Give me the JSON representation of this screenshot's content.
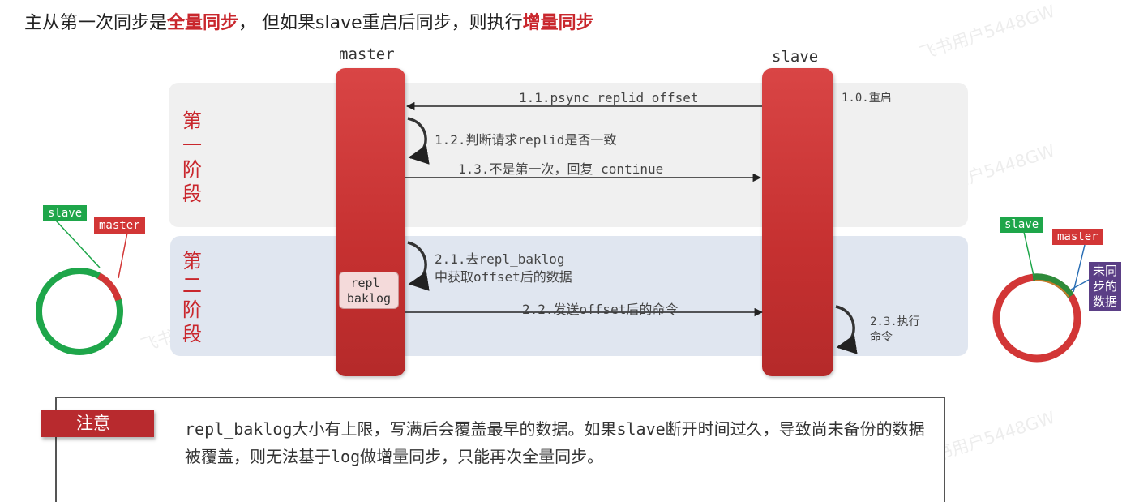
{
  "title": {
    "part1": "主从第一次同步是",
    "highlight1": "全量同步",
    "part2": "， 但如果slave重启后同步，则执行",
    "highlight2": "增量同步"
  },
  "lanes": {
    "master": "master",
    "slave": "slave"
  },
  "phases": [
    {
      "label": "第一阶段"
    },
    {
      "label": "第二阶段"
    }
  ],
  "messages": {
    "m1_0": "1.0.重启",
    "m1_1": "1.1.psync replid offset",
    "m1_2": "1.2.判断请求replid是否一致",
    "m1_3": "1.3.不是第一次，回复 continue",
    "m2_1_line1": "2.1.去repl_baklog",
    "m2_1_line2": "中获取offset后的数据",
    "m2_2": "2.2.发送offset后的命令",
    "m2_3_line1": "2.3.执行",
    "m2_3_line2": "命令"
  },
  "baklog": {
    "line1": "repl_",
    "line2": "baklog"
  },
  "left_ring": {
    "slave_tag": "slave",
    "master_tag": "master"
  },
  "right_ring": {
    "slave_tag": "slave",
    "master_tag": "master",
    "unsynced_tag": "未同步的数据"
  },
  "note": {
    "label": "注意",
    "text": "repl_baklog大小有上限，写满后会覆盖最早的数据。如果slave断开时间过久，导致尚未备份的数据被覆盖，则无法基于log做增量同步，只能再次全量同步。"
  },
  "watermark": "飞书用户5448GW",
  "colors": {
    "accent_red": "#c9272d",
    "ring_green": "#1ea64a",
    "ring_red": "#d23636",
    "unsynced_purple": "#5b3f86",
    "phase1_bg": "#f0f0f0",
    "phase2_bg": "#e0e6f0"
  }
}
